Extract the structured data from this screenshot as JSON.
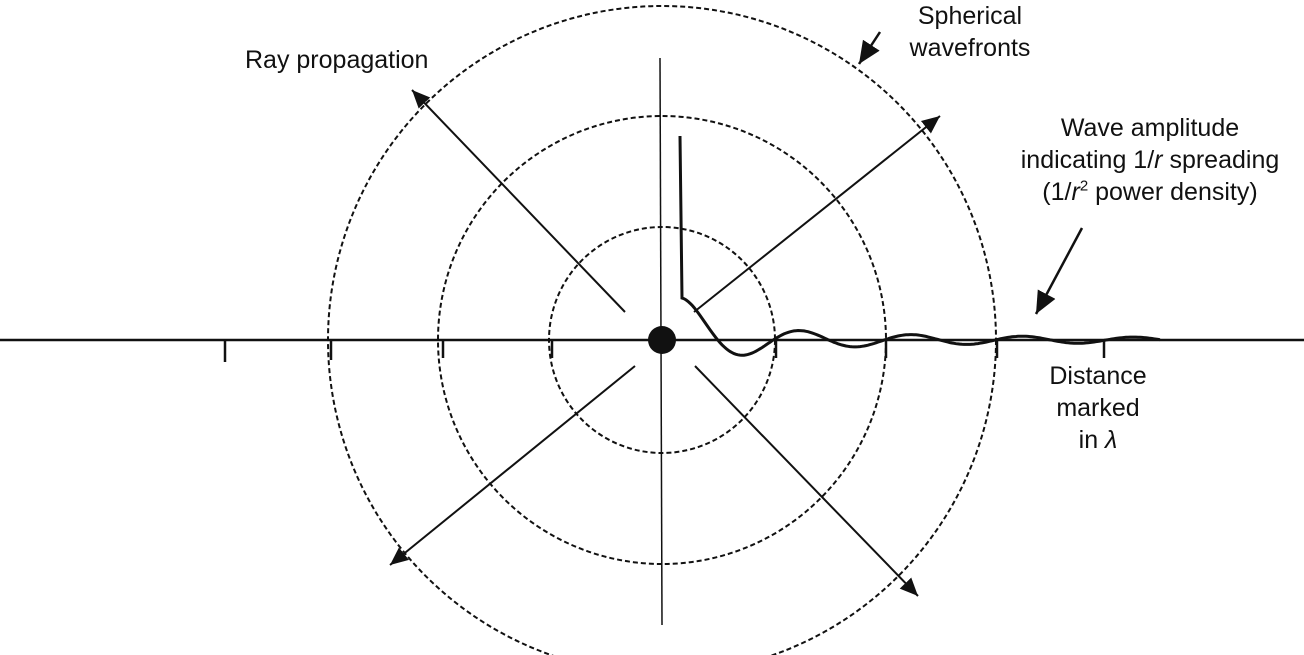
{
  "labels": {
    "ray_propagation": "Ray propagation",
    "spherical_line1": "Spherical",
    "spherical_line2": "wavefronts",
    "amp_line1": "Wave amplitude",
    "amp_line2_pre": "indicating 1/",
    "amp_line2_var": "r",
    "amp_line2_post": " spreading",
    "amp_line3_pre": "(1/",
    "amp_line3_var": "r",
    "amp_line3_sup": "2",
    "amp_line3_post": " power density)",
    "distance_line1": "Distance",
    "distance_line2": "marked",
    "distance_line3_pre": "in ",
    "distance_line3_sym": "λ"
  },
  "colors": {
    "ink": "#111111",
    "background": "#ffffff"
  }
}
